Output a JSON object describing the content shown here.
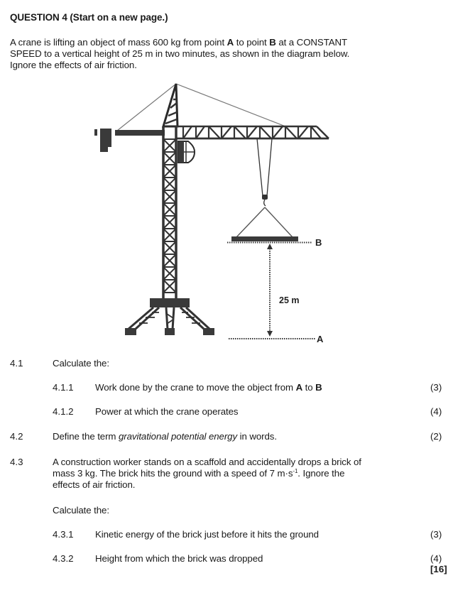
{
  "header": {
    "title": "QUESTION 4 (Start on a new page.)"
  },
  "intro": {
    "line1_a": "A crane is lifting an object of mass 600 kg from point ",
    "line1_b": "A",
    "line1_c": " to point ",
    "line1_d": "B",
    "line1_e": " at a CONSTANT",
    "line2": "SPEED to a vertical height of 25 m in two minutes, as shown in the diagram below.",
    "line3": "Ignore the effects of air friction."
  },
  "diagram": {
    "label_b": "B",
    "label_a": "A",
    "height_label": "25 m",
    "colors": {
      "structure": "#3a3a3a",
      "cable": "#555555"
    }
  },
  "questions": {
    "q4_1": {
      "number": "4.1",
      "text": "Calculate the:",
      "sub": [
        {
          "number": "4.1.1",
          "text_a": "Work done by the crane to move the object from ",
          "text_b": "A",
          "text_c": " to ",
          "text_d": "B",
          "marks": "(3)"
        },
        {
          "number": "4.1.2",
          "text": "Power at which the crane operates",
          "marks": "(4)"
        }
      ]
    },
    "q4_2": {
      "number": "4.2",
      "text_a": "Define the term ",
      "text_b": "gravitational potential energy",
      "text_c": " in words.",
      "marks": "(2)"
    },
    "q4_3": {
      "number": "4.3",
      "line1": "A construction worker stands on a scaffold and accidentally drops a brick of",
      "line2_a": "mass 3 kg. The brick hits the ground with a speed of 7 m·s",
      "line2_sup": "-1",
      "line2_b": ". Ignore the",
      "line3": "effects of air friction.",
      "calc": "Calculate the:",
      "sub": [
        {
          "number": "4.3.1",
          "text": "Kinetic energy of the brick just before it hits the ground",
          "marks": "(3)"
        },
        {
          "number": "4.3.2",
          "text": "Height from which the brick was dropped",
          "marks": "(4)"
        }
      ]
    },
    "total": "[16]"
  }
}
